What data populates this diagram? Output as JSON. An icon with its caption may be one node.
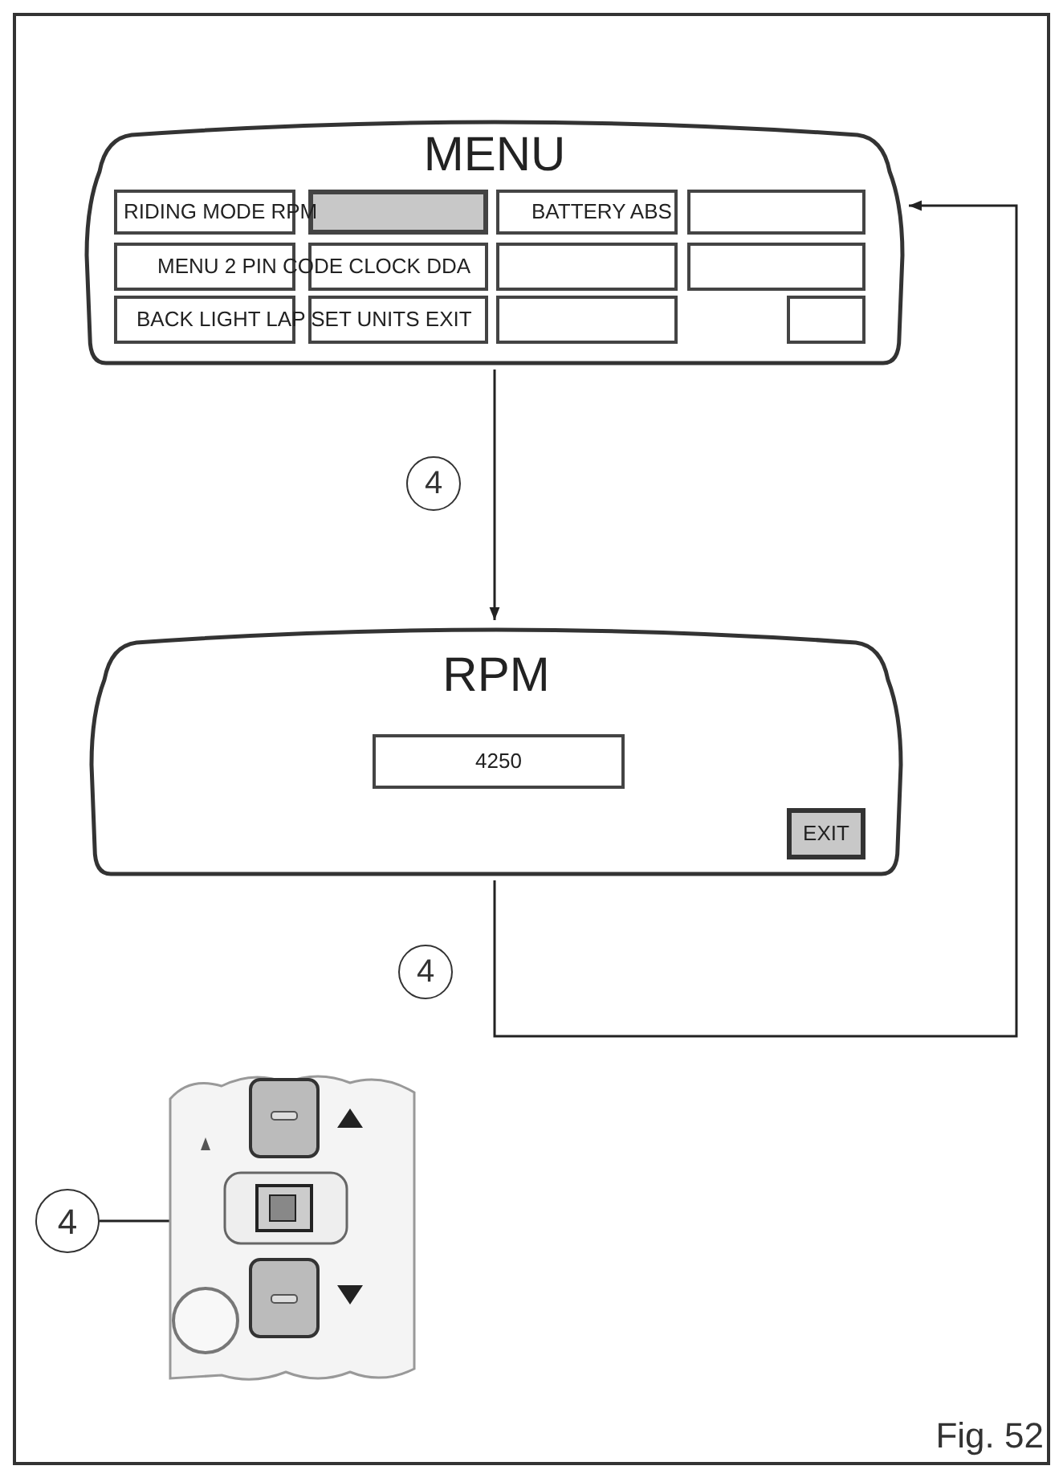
{
  "diagram": {
    "nodes": [
      {
        "text": [
          "MENU"
        ]
      },
      {
        "text": [
          "RPM"
        ]
      },
      {
        "text": [
          "4250"
        ],
        "in": 1
      },
      {
        "text": [
          "EXIT"
        ],
        "in": 1
      },
      {
        "text": [
          "4"
        ]
      },
      {
        "text": [],
        "shape": "picture"
      }
    ],
    "edges": [
      {
        "from": 0,
        "to": 1,
        "arrow": "to",
        "label": "4"
      },
      {
        "from": 1,
        "to": 0,
        "arrow": "to",
        "label": "4"
      },
      {
        "from": 4,
        "to": 5,
        "arrow": "none"
      }
    ],
    "labels": [
      "RIDING MODE RPM",
      "BATTERY ABS",
      "MENU 2 PIN CODE CLOCK DDA",
      "BACK LIGHT LAP SET UNITS EXIT",
      "Fig. 52"
    ]
  }
}
